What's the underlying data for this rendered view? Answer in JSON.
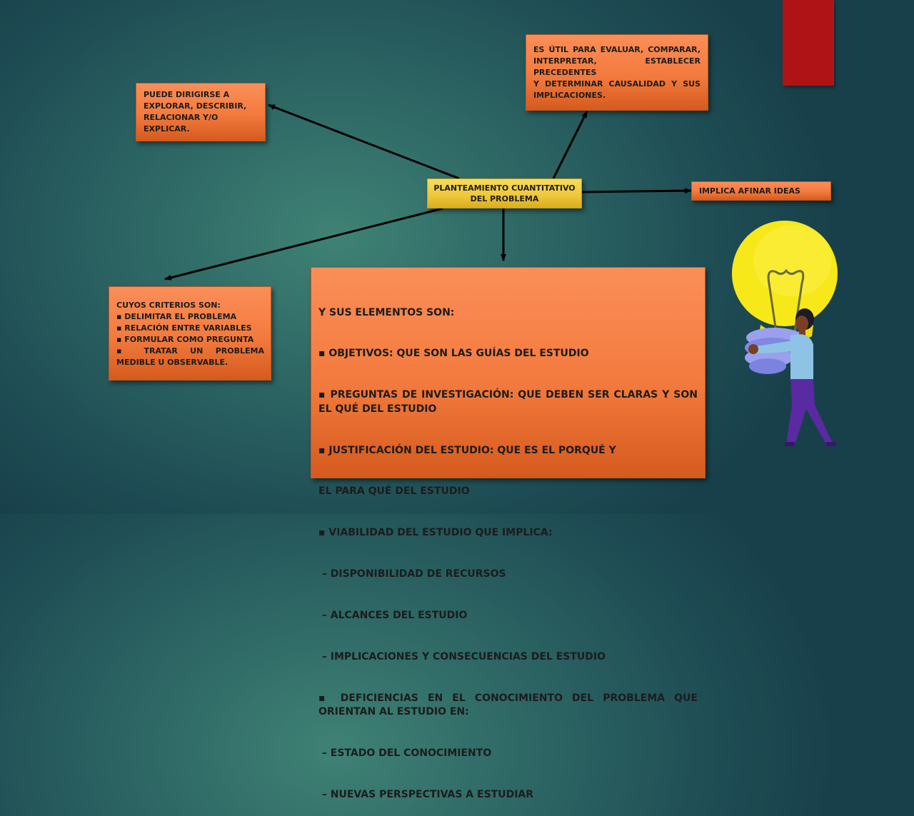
{
  "center": {
    "line1": "PLANTEAMIENTO CUANTITATIVO",
    "line2": "DEL PROBLEMA"
  },
  "box_explore": {
    "lines": [
      "PUEDE DIRIGIRSE A",
      "EXPLORAR, DESCRIBIR,",
      "RELACIONAR Y/O",
      "EXPLICAR."
    ]
  },
  "box_useful": {
    "lines": [
      "ES ÚTIL PARA EVALUAR, COMPARAR, INTERPRETAR, ESTABLECER PRECEDENTES",
      "Y DETERMINAR CAUSALIDAD Y SUS IMPLICACIONES."
    ]
  },
  "box_ideas": {
    "text": "IMPLICA AFINAR IDEAS"
  },
  "box_criteria": {
    "lines": [
      "CUYOS CRITERIOS SON:",
      "▪ DELIMITAR EL PROBLEMA",
      "▪ RELACIÓN ENTRE VARIABLES",
      "▪ FORMULAR COMO PREGUNTA",
      "▪ TRATAR UN PROBLEMA MEDIBLE U OBSERVABLE."
    ]
  },
  "box_elements": {
    "lines": [
      "Y SUS ELEMENTOS SON:",
      "▪ OBJETIVOS: QUE SON LAS GUÍAS DEL ESTUDIO",
      "▪ PREGUNTAS DE INVESTIGACIÓN: QUE DEBEN SER CLARAS Y SON EL QUÉ DEL ESTUDIO",
      "▪ JUSTIFICACIÓN DEL ESTUDIO: QUE ES EL PORQUÉ Y",
      "EL PARA QUÉ DEL ESTUDIO",
      "▪ VIABILIDAD DEL ESTUDIO QUE IMPLICA:",
      " – DISPONIBILIDAD DE RECURSOS",
      " – ALCANCES DEL ESTUDIO",
      " – IMPLICACIONES Y CONSECUENCIAS DEL ESTUDIO",
      "▪ DEFICIENCIAS EN EL CONOCIMIENTO DEL PROBLEMA QUE ORIENTAN AL ESTUDIO EN:",
      " – ESTADO DEL CONOCIMIENTO",
      " – NUEVAS PERSPECTIVAS A ESTUDIAR"
    ]
  },
  "colors": {
    "box_orange": "#f37a3e",
    "center_yellow": "#eec63a",
    "accent_red": "#b01316",
    "bulb_yellow": "#f7e81a"
  }
}
